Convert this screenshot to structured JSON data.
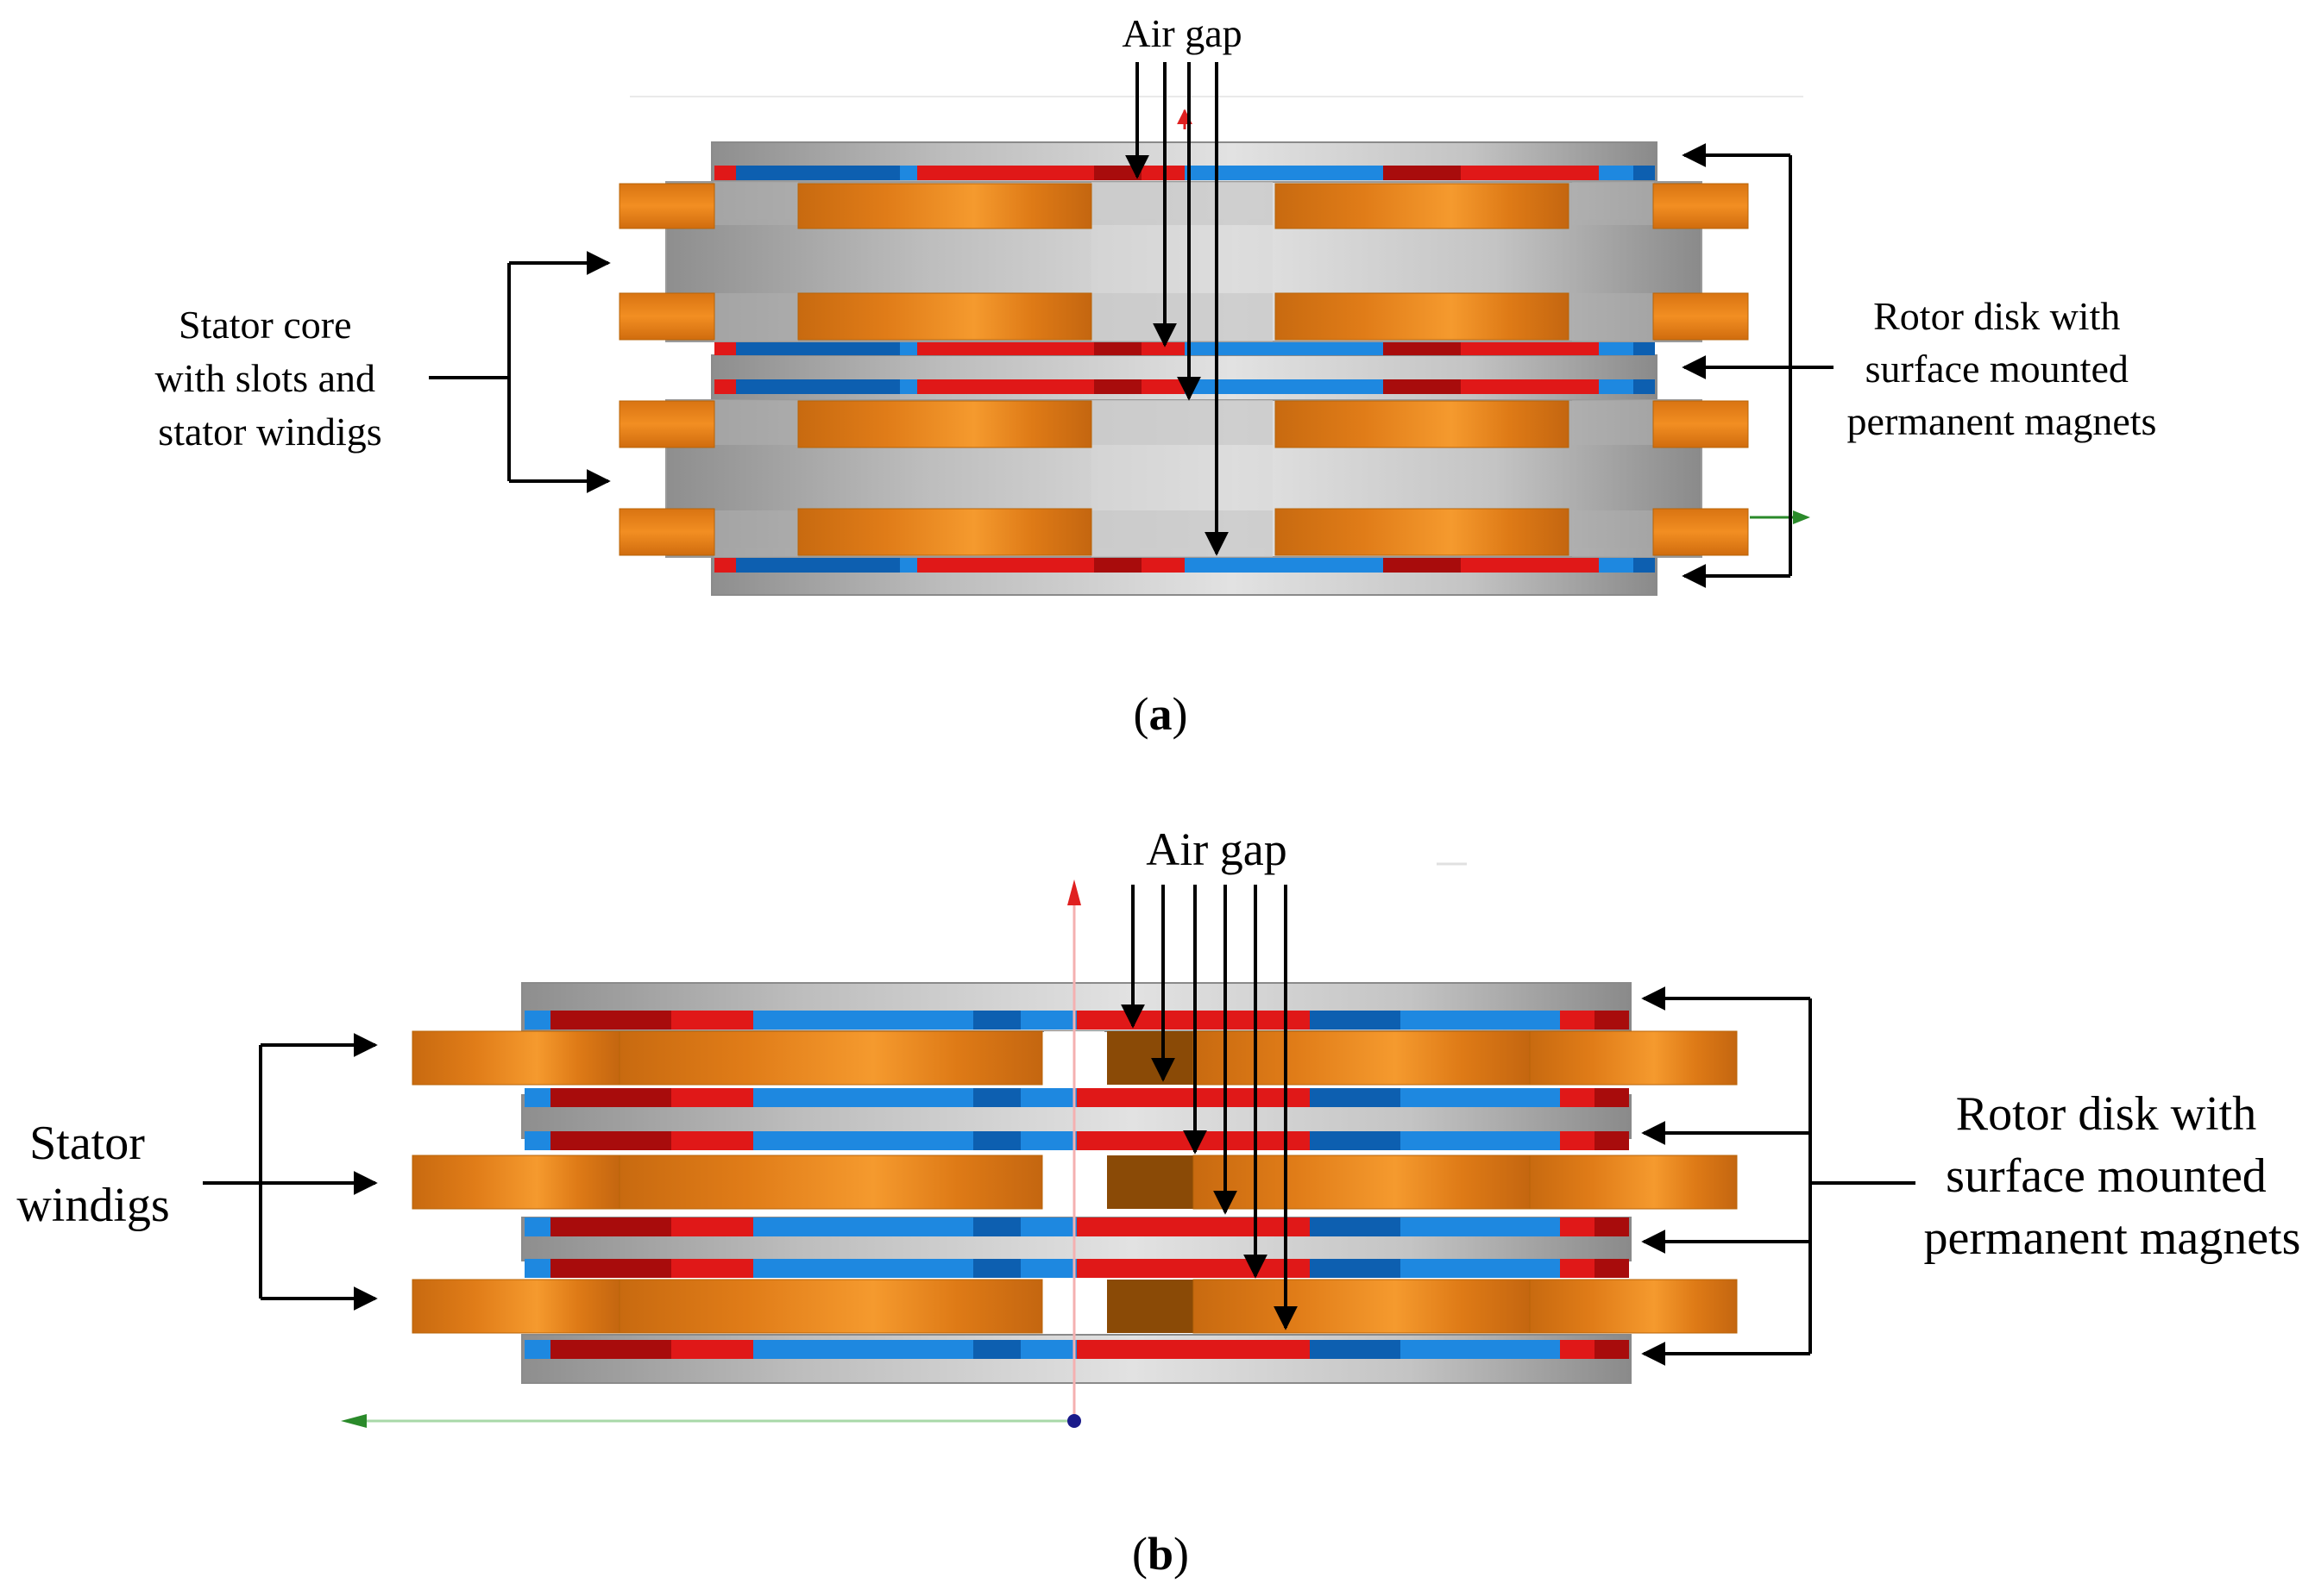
{
  "figure_a": {
    "caption_letter": "a",
    "air_gap_label": "Air gap",
    "stator_label_lines": [
      "Stator core",
      "with slots and",
      "stator windigs"
    ],
    "rotor_label_lines": [
      "Rotor disk with",
      "surface mounted",
      "permanent magnets"
    ]
  },
  "figure_b": {
    "caption_letter": "b",
    "air_gap_label": "Air gap",
    "stator_label_lines": [
      "Stator",
      "windigs"
    ],
    "rotor_label_lines": [
      "Rotor disk with",
      "surface mounted",
      "permanent magnets"
    ]
  },
  "colors": {
    "winding_orange": "#e8841c",
    "winding_dark": "#b35a08",
    "core_gray": "#c8c8c8",
    "magnet_red": "#e01818",
    "magnet_dark_red": "#a80c0c",
    "magnet_blue": "#1e88e0",
    "magnet_dark_blue": "#0d5fb0",
    "arrow": "#000000"
  }
}
